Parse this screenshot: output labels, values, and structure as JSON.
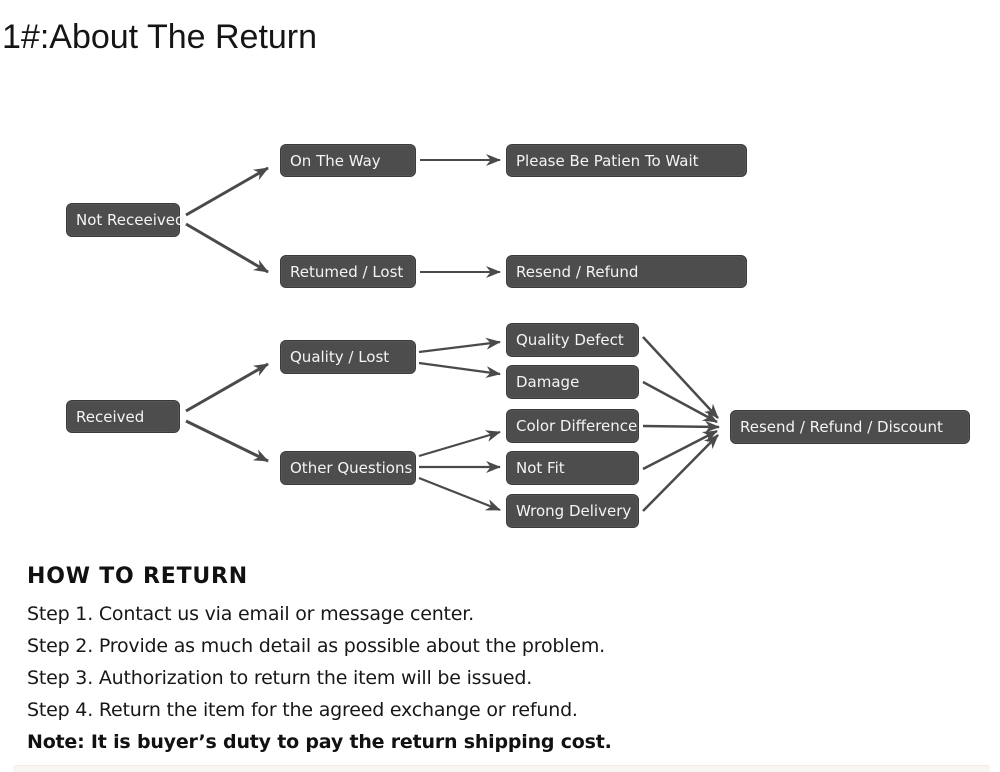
{
  "page": {
    "title": "1#:About The Return"
  },
  "flowchart": {
    "box_fill": "#4d4d4d",
    "box_border": "#3a3a3a",
    "box_text_color": "#f4f4f4",
    "arrow_color": "#4a4a4a",
    "nodes": {
      "not_received": "Not Receeived",
      "on_the_way": "On The Way",
      "be_patient": "Please Be Patien To Wait",
      "returned_lost": "Retumed / Lost",
      "resend_refund": "Resend / Refund",
      "received": "Received",
      "quality_lost": "Quality / Lost",
      "quality_defect": "Quality Defect",
      "damage": "Damage",
      "color_difference": "Color Difference",
      "other_questions": "Other Questions",
      "not_fit": "Not Fit",
      "wrong_delivery": "Wrong Delivery",
      "resend_refund_discount": "Resend / Refund / Discount"
    }
  },
  "how_to_return": {
    "heading": "HOW TO RETURN",
    "steps": [
      "Step 1. Contact us via email or message center.",
      "Step 2. Provide as much detail as possible about the problem.",
      "Step 3. Authorization to return the item will be issued.",
      "Step 4. Return the item for the agreed exchange or refund."
    ],
    "note": "Note: It is buyer’s duty to pay the return shipping cost."
  }
}
